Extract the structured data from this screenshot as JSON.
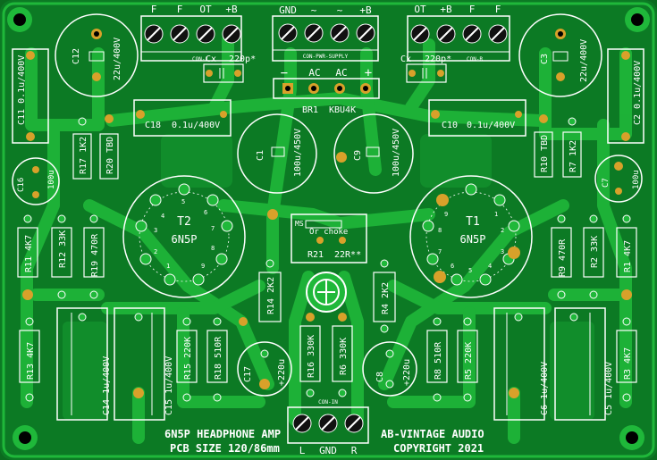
{
  "colors": {
    "board": "#0c7a24",
    "copper": "#1fb83a",
    "silk": "#ffffff",
    "pad": "#d8a12a",
    "hole": "#000000"
  },
  "connectors": {
    "con_l": {
      "pins": [
        "F",
        "F",
        "OT",
        "+B"
      ],
      "label": "CON-L"
    },
    "con_pwr": {
      "pins": [
        "GND",
        "~",
        "~",
        "+B"
      ],
      "label": "CON-PWR-SUPPLY"
    },
    "con_r": {
      "pins": [
        "OT",
        "+B",
        "F",
        "F"
      ],
      "label": "CON-R"
    },
    "con_in": {
      "pins": [
        "L",
        "GND",
        "R"
      ],
      "label": "CON-IN"
    }
  },
  "bridge": {
    "signs": [
      "−",
      "AC",
      "AC",
      "+"
    ],
    "name": "BR1",
    "part": "KBU4K"
  },
  "tubes": [
    {
      "ref": "T2",
      "type": "6N5P",
      "pins": [
        "1",
        "2",
        "3",
        "4",
        "5",
        "6",
        "7",
        "8",
        "9"
      ]
    },
    {
      "ref": "T1",
      "type": "6N5P",
      "pins": [
        "1",
        "2",
        "3",
        "4",
        "5",
        "6",
        "7",
        "8",
        "9"
      ]
    }
  ],
  "choke": {
    "title": "Or choke",
    "ms": "MS",
    "r21": "R21",
    "r21v": "22R**"
  },
  "cx": {
    "left": "Cx",
    "left_val": "220p*",
    "right": "Cx",
    "right_val": "220p*"
  },
  "labels": {
    "c12": "C12",
    "c12v": "22u/400V",
    "c3": "C3",
    "c3v": "22u/400V",
    "c11": "C11 0.1u/400V",
    "c2": "C2 0.1u/400V",
    "c18": "C18",
    "c18v": "0.1u/400V",
    "c10": "C10",
    "c10v": "0.1u/400V",
    "c1": "C1",
    "c1v": "100u/450V",
    "c9": "C9",
    "c9v": "100u/450V",
    "c16": "C16",
    "c16v": "100u",
    "c7": "C7",
    "c7v": "100u",
    "r17": "R17 1K2",
    "r20": "R20 TBD",
    "r10": "R10 TBD",
    "r7": "R7 1K2",
    "r11": "R11 4K7",
    "r12": "R12 33K",
    "r19": "R19 470R",
    "r9": "R9 470R",
    "r2": "R2 33K",
    "r1": "R1 4K7",
    "r14": "R14 2K2",
    "r4": "R4 2K2",
    "r13": "R13 4K7",
    "r3": "R3 4K7",
    "c14": "C14 1u/400V",
    "c15": "C15 1u/400V",
    "c6": "C6 1u/400V",
    "c5": "C5 1u/400V",
    "r15": "R15 220K",
    "r18": "R18 510R",
    "r8": "R8 510R",
    "r5": "R5 220K",
    "r16": "R16 330K",
    "r6": "R6 330K",
    "c17": "C17",
    "c17v": "+220u",
    "c8": "C8",
    "c8v": "+220u"
  },
  "footer": {
    "left1": "6N5P HEADPHONE AMP",
    "left2": "PCB SIZE 120/86mm",
    "right1": "AB-VINTAGE AUDIO",
    "right2": "COPYRIGHT 2021"
  }
}
